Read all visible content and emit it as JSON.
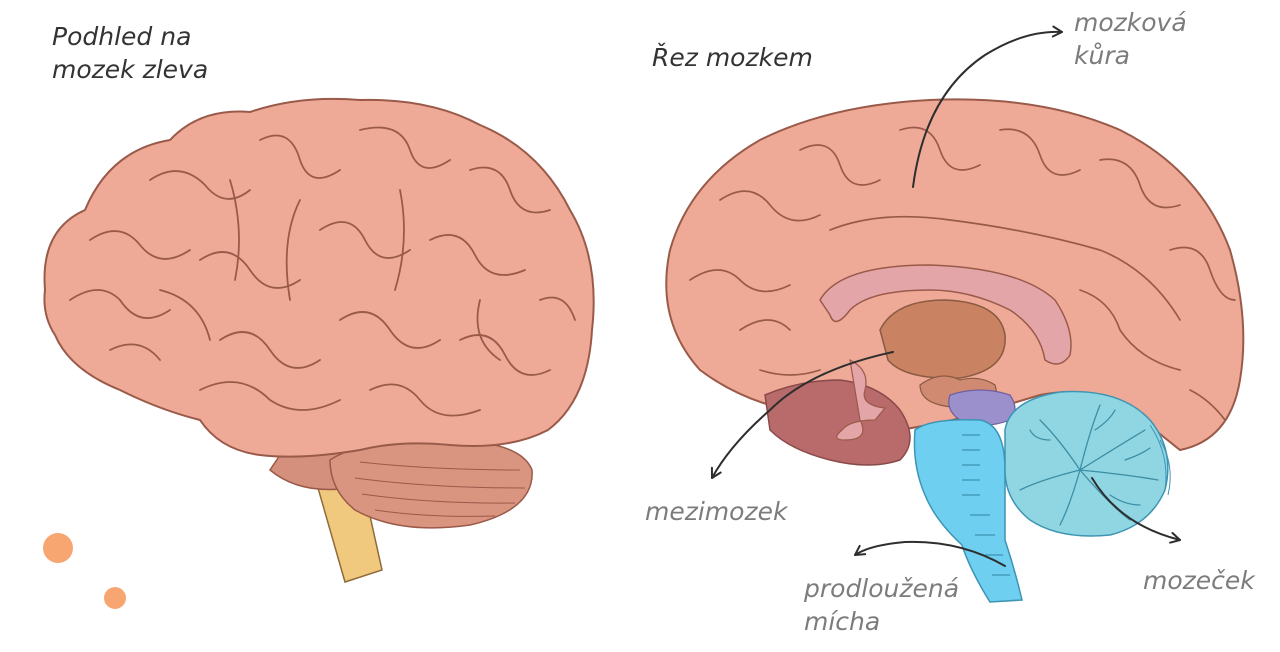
{
  "titles": {
    "left": "Podhled na\nmozek zleva",
    "right": "Řez mozkem"
  },
  "labels": {
    "cortex": "mozková\nkůra",
    "diencephalon": "mezimozek",
    "medulla": "prodloužená\nmícha",
    "cerebellum": "mozeček"
  },
  "colors": {
    "cortex_fill": "#eeaa96",
    "cortex_shadow": "#d99580",
    "sulcus": "#9a5a4a",
    "cerebellum_fill": "#8fd6e2",
    "brainstem_fill": "#6ecff0",
    "thalamus": "#c98262",
    "corpus_callosum": "#e3a5a7",
    "ventricle_dark": "#b96b6b",
    "midbrain_purple": "#9b8fcc",
    "spinal_cord": "#f1c97e",
    "dot_accent": "#f7a672",
    "arrow": "#2e2e2e"
  }
}
